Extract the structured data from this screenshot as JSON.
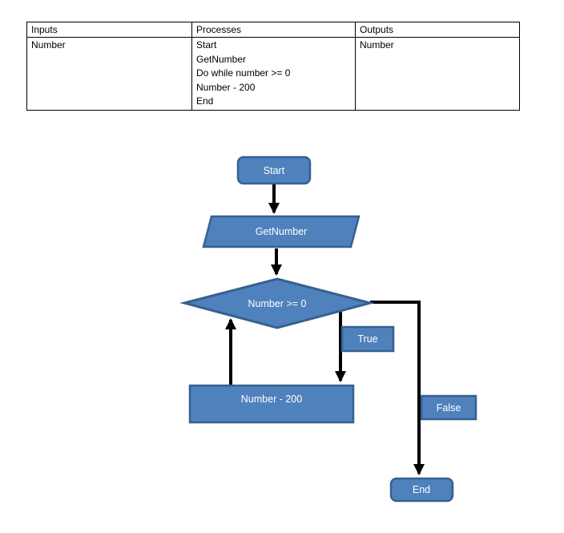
{
  "table": {
    "headers": [
      "Inputs",
      "Processes",
      "Outputs"
    ],
    "rows": [
      {
        "inputs": "Number",
        "processes": [
          "Start",
          "GetNumber",
          "Do while number >= 0",
          "Number - 200",
          "End"
        ],
        "outputs": "Number"
      }
    ]
  },
  "flowchart": {
    "nodes": {
      "start": {
        "label": "Start",
        "type": "terminator"
      },
      "get_number": {
        "label": "GetNumber",
        "type": "input-output"
      },
      "decision": {
        "label": "Number >= 0",
        "type": "decision"
      },
      "process": {
        "label": "Number - 200",
        "type": "process"
      },
      "end": {
        "label": "End",
        "type": "terminator"
      }
    },
    "edge_labels": {
      "true_branch": "True",
      "false_branch": "False"
    },
    "colors": {
      "node_fill": "#4F81BD",
      "node_border": "#36618F",
      "node_text": "#FFFFFF",
      "arrow": "#000000"
    }
  }
}
